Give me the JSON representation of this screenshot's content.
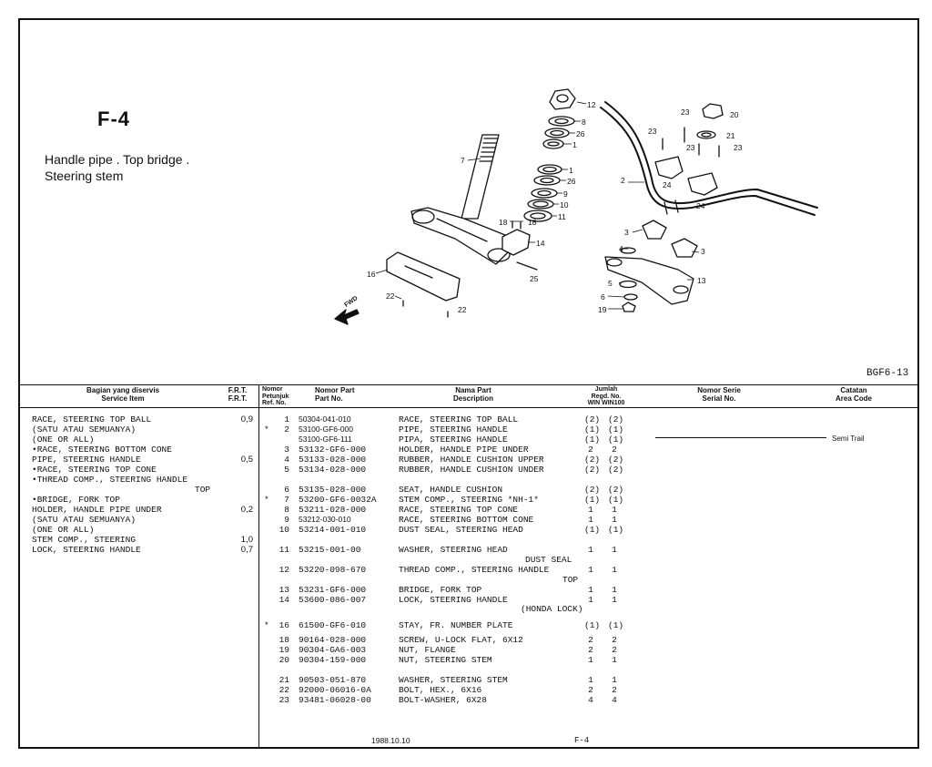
{
  "figure": {
    "code": "F-4",
    "title_lines": [
      "Handle pipe . Top bridge .",
      "Steering stem"
    ],
    "ref_code": "BGF6-13",
    "fwd_label": "FWD",
    "callouts": [
      "12",
      "8",
      "26",
      "1",
      "7",
      "1",
      "26",
      "9",
      "10",
      "11",
      "18",
      "18",
      "14",
      "16",
      "25",
      "22",
      "22",
      "23",
      "20",
      "23",
      "21",
      "23",
      "23",
      "2",
      "24",
      "24",
      "3",
      "4",
      "3",
      "5",
      "13",
      "6",
      "19"
    ]
  },
  "headers": {
    "service": [
      "Bagian yang diservis",
      "Service Item"
    ],
    "frt": [
      "F.R.T.",
      "F.R.T."
    ],
    "ref": [
      "Nomor",
      "Petunjuk",
      "Ref. No."
    ],
    "partno": [
      "Nomor Part",
      "Part No."
    ],
    "desc": [
      "Nama Part",
      "Description"
    ],
    "qty": [
      "Jumlah",
      "Regd. No.",
      "WIN  WIN100"
    ],
    "serial": [
      "Nomor Serie",
      "Serial No."
    ],
    "remarks": [
      "Catatan",
      "Area Code"
    ]
  },
  "service_items": [
    {
      "text": "RACE, STEERING TOP BALL",
      "frt": "0,9"
    },
    {
      "text": "(SATU ATAU SEMUANYA)",
      "frt": ""
    },
    {
      "text": "(ONE OR ALL)",
      "frt": ""
    },
    {
      "text": "•RACE, STEERING BOTTOM CONE",
      "frt": ""
    },
    {
      "text": "PIPE, STEERING HANDLE",
      "frt": "0,5"
    },
    {
      "text": "•RACE, STEERING TOP CONE",
      "frt": ""
    },
    {
      "text": "•THREAD COMP., STEERING HANDLE",
      "frt": ""
    },
    {
      "text": "TOP",
      "frt": ""
    },
    {
      "text": "•BRIDGE, FORK TOP",
      "frt": ""
    },
    {
      "text": "HOLDER, HANDLE PIPE UNDER",
      "frt": "0,2"
    },
    {
      "text": "(SATU ATAU SEMUANYA)",
      "frt": ""
    },
    {
      "text": "(ONE OR ALL)",
      "frt": ""
    },
    {
      "text": "STEM COMP., STEERING",
      "frt": "1,0"
    },
    {
      "text": "LOCK, STEERING HANDLE",
      "frt": "0,7"
    }
  ],
  "parts": [
    {
      "star": "",
      "ref": "1",
      "pn": "50304-041-010",
      "desc": "RACE, STEERING TOP BALL",
      "q1": "(2)",
      "q2": "(2)",
      "note": ""
    },
    {
      "star": "*",
      "ref": "2",
      "pn": "53100-GF6-000",
      "desc": "PIPE, STEERING HANDLE",
      "q1": "(1)",
      "q2": "(1)",
      "note": ""
    },
    {
      "star": "",
      "ref": "",
      "pn": "53100-GF6-111",
      "desc": "PIPA, STEERING HANDLE",
      "q1": "(1)",
      "q2": "(1)",
      "note": "Semi Trail"
    },
    {
      "star": "",
      "ref": "3",
      "pn": "53132-GF6-000",
      "desc": "HOLDER, HANDLE PIPE UNDER",
      "q1": "2",
      "q2": "2",
      "note": ""
    },
    {
      "star": "",
      "ref": "4",
      "pn": "53133-028-000",
      "desc": "RUBBER, HANDLE CUSHION UPPER",
      "q1": "(2)",
      "q2": "(2)",
      "note": ""
    },
    {
      "star": "",
      "ref": "5",
      "pn": "53134-028-000",
      "desc": "RUBBER, HANDLE CUSHION UNDER",
      "q1": "(2)",
      "q2": "(2)",
      "note": ""
    },
    {
      "star": "",
      "ref": "6",
      "pn": "53135-028-000",
      "desc": "SEAT, HANDLE CUSHION",
      "q1": "(2)",
      "q2": "(2)",
      "note": ""
    },
    {
      "star": "*",
      "ref": "7",
      "pn": "53200-GF6-0032A",
      "desc": "STEM COMP., STEERING *NH-1*",
      "q1": "(1)",
      "q2": "(1)",
      "note": ""
    },
    {
      "star": "",
      "ref": "8",
      "pn": "53211-028-000",
      "desc": "RACE, STEERING TOP CONE",
      "q1": "1",
      "q2": "1",
      "note": ""
    },
    {
      "star": "",
      "ref": "9",
      "pn": "53212-030-010",
      "desc": "RACE, STEERING BOTTOM CONE",
      "q1": "1",
      "q2": "1",
      "note": ""
    },
    {
      "star": "",
      "ref": "10",
      "pn": "53214-001-010",
      "desc": "DUST SEAL, STEERING HEAD",
      "q1": "(1)",
      "q2": "(1)",
      "note": ""
    },
    {
      "star": "",
      "ref": "11",
      "pn": "53215-001-00",
      "desc": "WASHER, STEERING HEAD",
      "q1": "1",
      "q2": "1",
      "note": ""
    },
    {
      "star": "",
      "ref": "12",
      "pn": "53220-098-670",
      "desc": "THREAD COMP., STEERING HANDLE",
      "q1": "1",
      "q2": "1",
      "note": ""
    },
    {
      "star": "",
      "ref": "13",
      "pn": "53231-GF6-000",
      "desc": "BRIDGE, FORK TOP",
      "q1": "1",
      "q2": "1",
      "note": ""
    },
    {
      "star": "",
      "ref": "14",
      "pn": "53600-086-007",
      "desc": "LOCK, STEERING HANDLE",
      "q1": "1",
      "q2": "1",
      "note": ""
    },
    {
      "star": "*",
      "ref": "16",
      "pn": "61500-GF6-010",
      "desc": "STAY, FR. NUMBER PLATE",
      "q1": "(1)",
      "q2": "(1)",
      "note": ""
    },
    {
      "star": "",
      "ref": "18",
      "pn": "90164-028-000",
      "desc": "SCREW, U-LOCK FLAT, 6X12",
      "q1": "2",
      "q2": "2",
      "note": ""
    },
    {
      "star": "",
      "ref": "19",
      "pn": "90304-GA6-003",
      "desc": "NUT, FLANGE",
      "q1": "2",
      "q2": "2",
      "note": ""
    },
    {
      "star": "",
      "ref": "20",
      "pn": "90304-159-000",
      "desc": "NUT, STEERING STEM",
      "q1": "1",
      "q2": "1",
      "note": ""
    },
    {
      "star": "",
      "ref": "21",
      "pn": "90503-051-870",
      "desc": "WASHER, STEERING STEM",
      "q1": "1",
      "q2": "1",
      "note": ""
    },
    {
      "star": "",
      "ref": "22",
      "pn": "92000-06016-0A",
      "desc": "BOLT, HEX., 6X16",
      "q1": "2",
      "q2": "2",
      "note": ""
    },
    {
      "star": "",
      "ref": "23",
      "pn": "93481-06028-00",
      "desc": "BOLT-WASHER, 6X28",
      "q1": "4",
      "q2": "4",
      "note": ""
    }
  ],
  "continuations": [
    "DUST SEAL",
    "TOP",
    "(HONDA LOCK)"
  ],
  "footer": {
    "date": "1988.10.10",
    "page": "F-4"
  },
  "colors": {
    "ink": "#111111",
    "paper": "#ffffff"
  }
}
